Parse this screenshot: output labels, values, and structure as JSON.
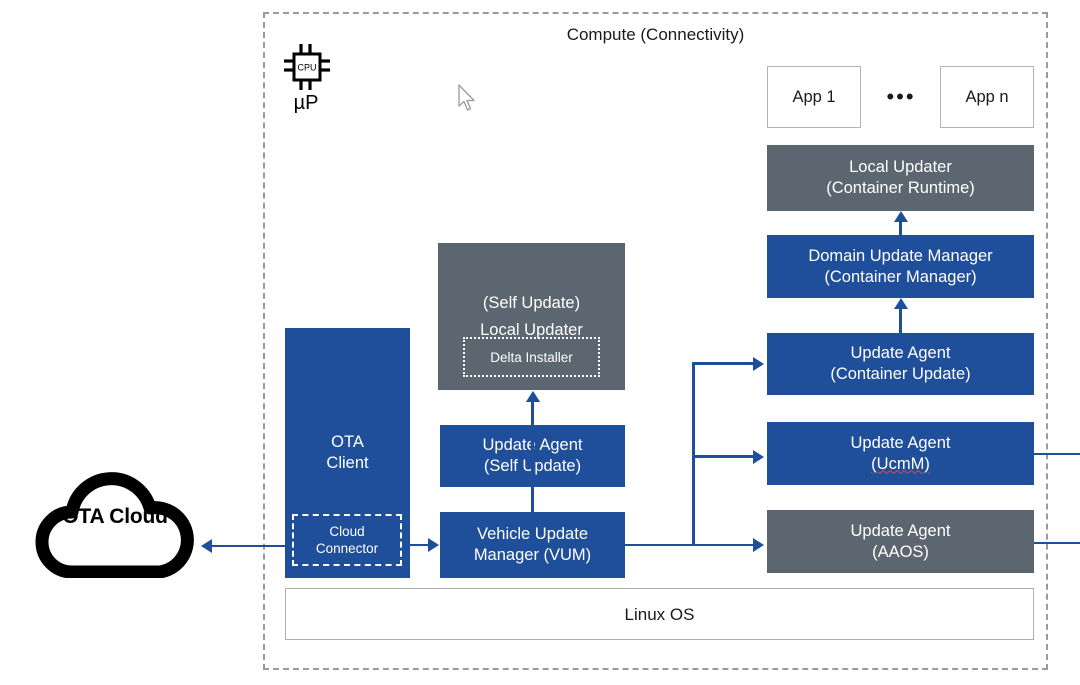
{
  "diagram": {
    "boundary_title": "Compute (Connectivity)",
    "accent_blue": "#1f4e9a",
    "accent_gray": "#5b6670",
    "boundary_color": "#9a9a9a"
  },
  "cloud": {
    "label": "OTA Cloud",
    "icon": "cloud-icon"
  },
  "cpu": {
    "chip_label": "CPU",
    "caption": "µP",
    "icon": "cpu-chip-icon"
  },
  "cursor": {
    "icon": "mouse-pointer-icon"
  },
  "apps": {
    "app_first": "App 1",
    "ellipsis": "•••",
    "app_last": "App n"
  },
  "nodes": {
    "ota_client": {
      "line1": "OTA",
      "line2": "Client"
    },
    "cloud_connector": {
      "line1": "Cloud",
      "line2": "Connector"
    },
    "local_updater_self": {
      "line1": "Local Updater",
      "line2": "(Self Update)"
    },
    "delta_installer": {
      "line1": "Delta Installer",
      "line2": ""
    },
    "update_agent_self": {
      "line1": "Update Agent",
      "line2": "(Self Update)"
    },
    "vehicle_update_manager": {
      "line1": "Vehicle Update",
      "line2": "Manager (VUM)"
    },
    "local_updater_container": {
      "line1": "Local Updater",
      "line2": "(Container Runtime)"
    },
    "domain_update_manager": {
      "line1": "Domain Update Manager",
      "line2": "(Container Manager)"
    },
    "update_agent_container": {
      "line1": "Update Agent",
      "line2": "(Container Update)"
    },
    "update_agent_ucmm": {
      "line1": "Update Agent",
      "line2": "(UcmM)"
    },
    "update_agent_aaos": {
      "line1": "Update Agent",
      "line2": "(AAOS)"
    },
    "linux_os": {
      "line1": "Linux OS",
      "line2": ""
    }
  }
}
